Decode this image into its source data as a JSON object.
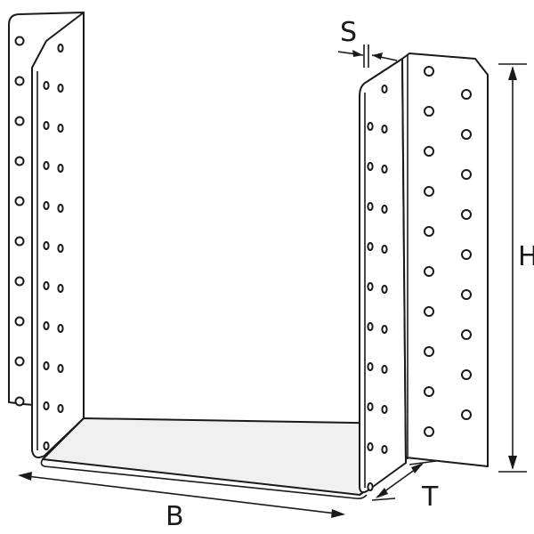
{
  "figure": {
    "labels": {
      "thickness": "S",
      "height": "H",
      "width": "B",
      "depth": "T"
    },
    "line_color": "#1a1a1a",
    "fill_color": "#ffffff"
  }
}
